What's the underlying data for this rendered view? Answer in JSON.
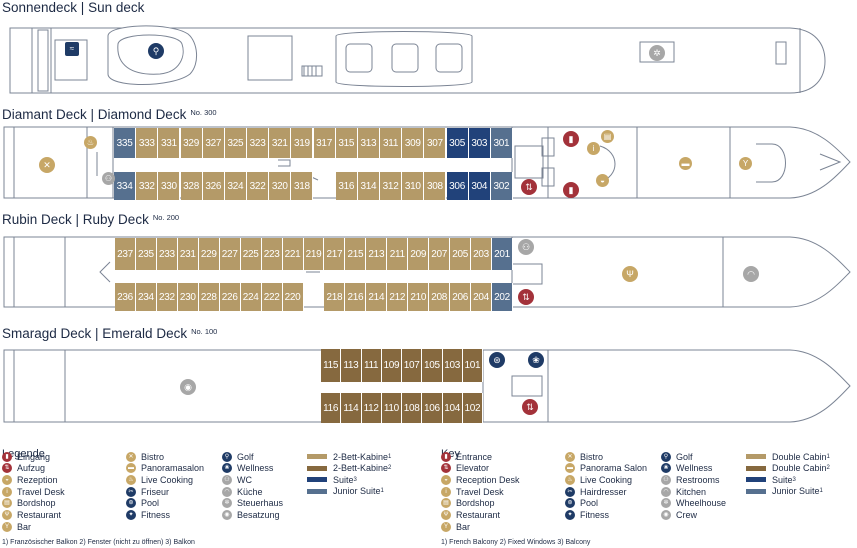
{
  "decks": {
    "sun": {
      "title": "Sonnendeck | Sun deck",
      "no": ""
    },
    "diamond": {
      "title": "Diamant Deck | Diamond Deck",
      "no": "No. 300"
    },
    "ruby": {
      "title": "Rubin Deck | Ruby Deck",
      "no": "No. 200"
    },
    "emerald": {
      "title": "Smaragd Deck | Emerald Deck",
      "no": "No. 100"
    }
  },
  "cabins": {
    "diamond_top": [
      "335",
      "333",
      "331",
      "329",
      "327",
      "325",
      "323",
      "321",
      "319",
      "317",
      "315",
      "313",
      "311",
      "309",
      "307",
      "305",
      "303",
      "301"
    ],
    "diamond_bottom": [
      "334",
      "332",
      "330",
      "328",
      "326",
      "324",
      "322",
      "320",
      "318",
      "316",
      "314",
      "312",
      "310",
      "308",
      "306",
      "304",
      "302"
    ],
    "ruby_top": [
      "237",
      "235",
      "233",
      "231",
      "229",
      "227",
      "225",
      "223",
      "221",
      "219",
      "217",
      "215",
      "213",
      "211",
      "209",
      "207",
      "205",
      "203",
      "201"
    ],
    "ruby_bottom": [
      "236",
      "234",
      "232",
      "230",
      "228",
      "226",
      "224",
      "222",
      "220",
      "218",
      "216",
      "214",
      "212",
      "210",
      "208",
      "206",
      "204",
      "202"
    ],
    "emerald_top": [
      "115",
      "113",
      "111",
      "109",
      "107",
      "105",
      "103",
      "101"
    ],
    "emerald_bottom": [
      "116",
      "114",
      "112",
      "110",
      "108",
      "106",
      "104",
      "102"
    ]
  },
  "legend_de": {
    "heading": "Legende",
    "col1": [
      "Eingang",
      "Aufzug",
      "Rezeption",
      "Travel Desk",
      "Bordshop",
      "Restaurant",
      "Bar"
    ],
    "col2": [
      "Bistro",
      "Panoramasalon",
      "Live Cooking",
      "Friseur",
      "Pool",
      "Fitness"
    ],
    "col3": [
      "Golf",
      "Wellness",
      "WC",
      "Küche",
      "Steuerhaus",
      "Besatzung"
    ],
    "cabins": [
      "2-Bett-Kabine",
      "2-Bett-Kabine",
      "Suite",
      "Junior Suite"
    ],
    "cabin_notes": [
      "1",
      "2",
      "3",
      "1"
    ],
    "footnote": "1) Französischer Balkon    2) Fenster (nicht zu öffnen)    3) Balkon"
  },
  "legend_en": {
    "heading": "Key",
    "col1": [
      "Entrance",
      "Elevator",
      "Reception Desk",
      "Travel Desk",
      "Bordshop",
      "Restaurant",
      "Bar"
    ],
    "col2": [
      "Bistro",
      "Panorama Salon",
      "Live Cooking",
      "Hairdresser",
      "Pool",
      "Fitness"
    ],
    "col3": [
      "Golf",
      "Wellness",
      "Restrooms",
      "Kitchen",
      "Wheelhouse",
      "Crew"
    ],
    "cabins": [
      "Double Cabin",
      "Double Cabin",
      "Suite",
      "Junior Suite"
    ],
    "cabin_notes": [
      "1",
      "2",
      "3",
      "1"
    ],
    "footnote": "1) French Balcony    2) Fixed Windows    3) Balcony"
  },
  "colors": {
    "double_cabin_1": "#b49a68",
    "double_cabin_2": "#86693f",
    "suite": "#21427a",
    "junior_suite": "#56708f",
    "entrance": "#a3323a",
    "service": "#c7a766",
    "leisure": "#1f3b66",
    "utility": "#a7a7a7"
  },
  "legend_icons": {
    "col1": [
      "door-icon",
      "elevator-icon",
      "reception-icon",
      "travel-desk-icon",
      "bordshop-icon",
      "restaurant-icon",
      "bar-icon"
    ],
    "col2": [
      "bistro-icon",
      "panorama-icon",
      "live-cooking-icon",
      "hairdresser-icon",
      "pool-icon",
      "fitness-icon"
    ],
    "col3": [
      "golf-icon",
      "wellness-icon",
      "restroom-icon",
      "kitchen-icon",
      "wheelhouse-icon",
      "crew-icon"
    ]
  }
}
